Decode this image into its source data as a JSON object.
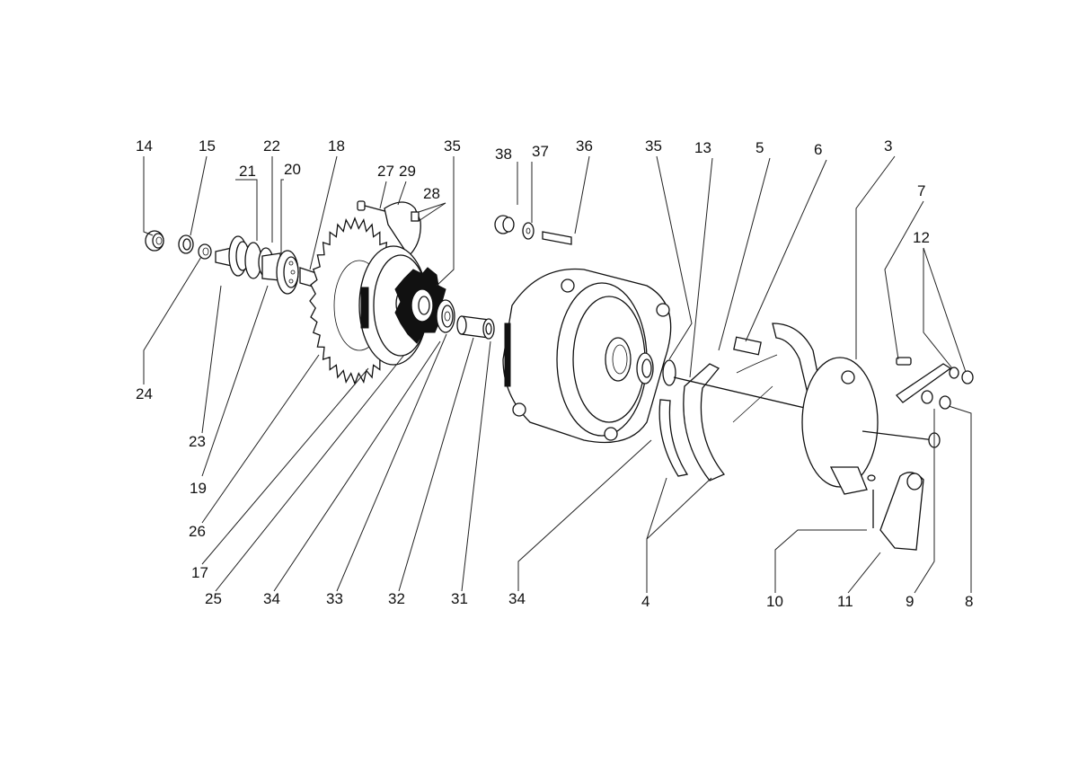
{
  "diagram": {
    "type": "exploded-view parts diagram",
    "callouts": [
      {
        "id": "c14",
        "label": "14"
      },
      {
        "id": "c15",
        "label": "15"
      },
      {
        "id": "c22",
        "label": "22"
      },
      {
        "id": "c21",
        "label": "21"
      },
      {
        "id": "c20",
        "label": "20"
      },
      {
        "id": "c18",
        "label": "18"
      },
      {
        "id": "c27",
        "label": "27"
      },
      {
        "id": "c29",
        "label": "29"
      },
      {
        "id": "c28",
        "label": "28"
      },
      {
        "id": "c35a",
        "label": "35"
      },
      {
        "id": "c38",
        "label": "38"
      },
      {
        "id": "c37",
        "label": "37"
      },
      {
        "id": "c36",
        "label": "36"
      },
      {
        "id": "c35b",
        "label": "35"
      },
      {
        "id": "c13",
        "label": "13"
      },
      {
        "id": "c5",
        "label": "5"
      },
      {
        "id": "c6",
        "label": "6"
      },
      {
        "id": "c3",
        "label": "3"
      },
      {
        "id": "c7",
        "label": "7"
      },
      {
        "id": "c12",
        "label": "12"
      },
      {
        "id": "c24",
        "label": "24"
      },
      {
        "id": "c23",
        "label": "23"
      },
      {
        "id": "c19",
        "label": "19"
      },
      {
        "id": "c26",
        "label": "26"
      },
      {
        "id": "c17",
        "label": "17"
      },
      {
        "id": "c25",
        "label": "25"
      },
      {
        "id": "c34a",
        "label": "34"
      },
      {
        "id": "c33",
        "label": "33"
      },
      {
        "id": "c32",
        "label": "32"
      },
      {
        "id": "c31",
        "label": "31"
      },
      {
        "id": "c34b",
        "label": "34"
      },
      {
        "id": "c4",
        "label": "4"
      },
      {
        "id": "c10",
        "label": "10"
      },
      {
        "id": "c11",
        "label": "11"
      },
      {
        "id": "c9",
        "label": "9"
      },
      {
        "id": "c8",
        "label": "8"
      }
    ],
    "colors": {
      "ink": "#111111",
      "paper": "#ffffff"
    }
  }
}
